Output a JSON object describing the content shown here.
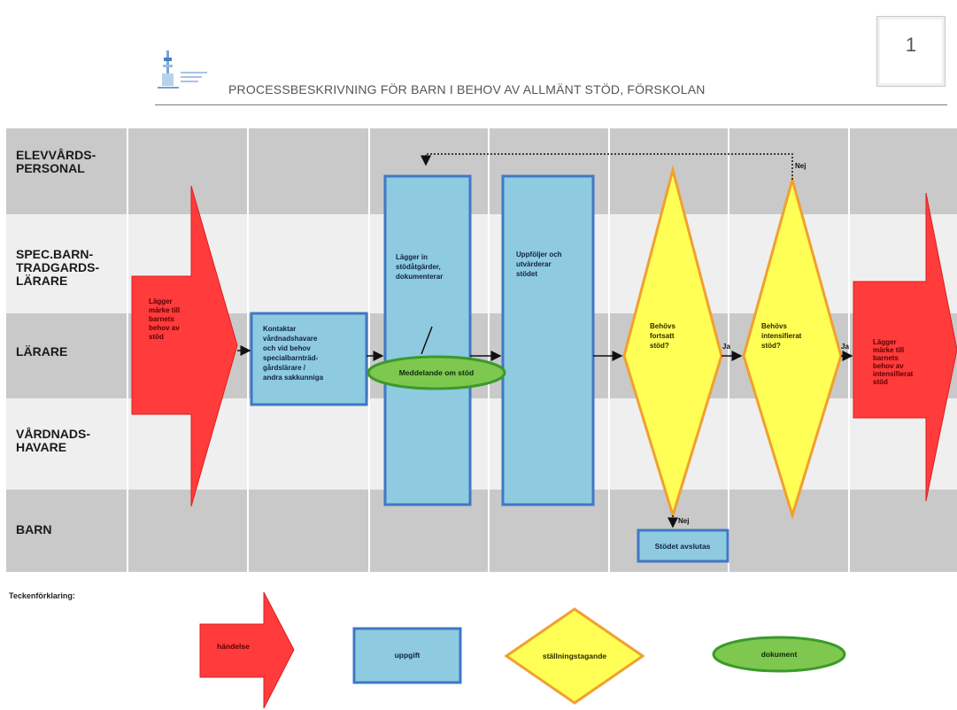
{
  "header": {
    "title": "PROCESSBESKRIVNING FÖR BARN I BEHOV AV ALLMÄNT STÖD, FÖRSKOLAN",
    "page_number": "1",
    "logo_icon": "lighthouse-logo-icon"
  },
  "lanes": [
    {
      "label_lines": [
        "ELEVVÅRDS-",
        "PERSONAL"
      ]
    },
    {
      "label_lines": [
        "SPEC.BARN-",
        "TRADGARDS-",
        "LÄRARE"
      ]
    },
    {
      "label_lines": [
        "LÄRARE"
      ]
    },
    {
      "label_lines": [
        "VÅRDNADS-",
        "HAVARE"
      ]
    },
    {
      "label_lines": [
        "BARN"
      ]
    }
  ],
  "nodes": {
    "start_event": {
      "lines": [
        "Lägger",
        "märke till",
        "barnets",
        "behov av",
        "stöd"
      ]
    },
    "task_contact": {
      "lines": [
        "Kontaktar",
        "vårdnadshavare",
        "och vid behov",
        "specialbarnträd-",
        "gårdslärare /",
        "andra sakkunniga"
      ]
    },
    "task_measures": {
      "lines": [
        "Lägger in",
        "stödåtgärder,",
        "dokumenterar"
      ]
    },
    "document_notice": {
      "lines": [
        "Meddelande om stöd"
      ]
    },
    "task_followup": {
      "lines": [
        "Uppföljer och",
        "utvärderar",
        "stödet"
      ]
    },
    "decision_continued": {
      "lines": [
        "Behövs",
        "fortsatt",
        "stöd?"
      ]
    },
    "decision_intensified": {
      "lines": [
        "Behövs",
        "intensifierat",
        "stöd?"
      ]
    },
    "end_event": {
      "lines": [
        "Lägger",
        "märke till",
        "barnets",
        "behov av",
        "intensifierat",
        "stöd"
      ]
    },
    "task_end": {
      "lines": [
        "Stödet avslutas"
      ]
    }
  },
  "edge_labels": {
    "yes": "Ja",
    "no": "Nej"
  },
  "legend": {
    "title": "Teckenförklaring:",
    "items": [
      {
        "shape": "arrow",
        "label": "händelse"
      },
      {
        "shape": "rectangle",
        "label": "uppgift"
      },
      {
        "shape": "diamond",
        "label": "ställningstagande"
      },
      {
        "shape": "ellipse",
        "label": "dokument"
      }
    ]
  },
  "colors": {
    "lane_dark": "#c9c9c9",
    "lane_light": "#efefef",
    "event_fill": "#ff3b3b",
    "task_fill": "#8fcbe0",
    "task_border": "#3f78c4",
    "decision_fill": "#ffff55",
    "decision_border": "#f0a030",
    "document_fill": "#7ec850",
    "document_border": "#3a9a2a"
  }
}
